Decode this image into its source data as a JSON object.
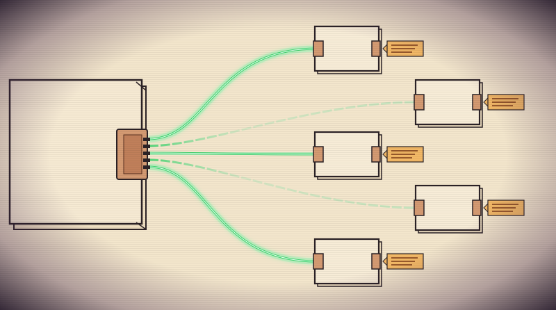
{
  "palette": {
    "paper": "#f3e6cc",
    "paper_edge": "#e9d6b3",
    "ink": "#2b2226",
    "port": "#d49a72",
    "port_dark": "#a86a48",
    "wire": "#3fd46e",
    "wire_glow": "#9af0b4",
    "wire_faded": "#bfe6c6",
    "tag": "#f2b866",
    "tag_ink": "#7a3a18"
  },
  "diagram": {
    "hub": {
      "ports": 5
    },
    "nodes": [
      {
        "id": "node-1",
        "active": true
      },
      {
        "id": "node-2",
        "active": false
      },
      {
        "id": "node-3",
        "active": true
      },
      {
        "id": "node-4",
        "active": false
      },
      {
        "id": "node-5",
        "active": true
      }
    ]
  }
}
